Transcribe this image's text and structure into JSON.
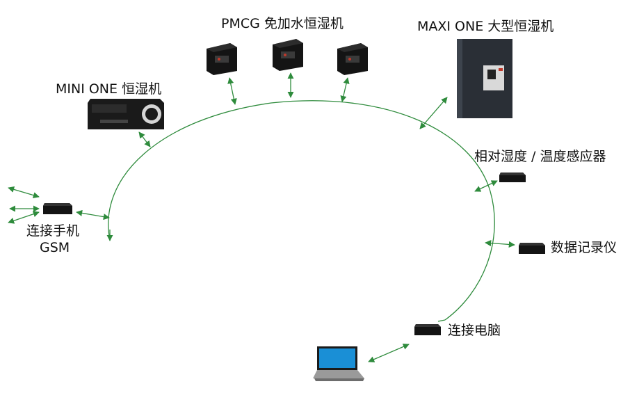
{
  "labels": {
    "pmcg": "PMCG 免加水恒湿机",
    "maxi_one": "MAXI ONE 大型恒湿机",
    "mini_one": "MINI ONE 恒湿机",
    "sensor": "相对湿度 / 温度感应器",
    "logger": "数据记录仪",
    "pc": "连接电脑",
    "phone_line1": "连接手机",
    "phone_line2": "GSM"
  },
  "colors": {
    "network_line": "#2e8b3c",
    "device_dark": "#141414",
    "cabinet": "#2a2f36"
  }
}
